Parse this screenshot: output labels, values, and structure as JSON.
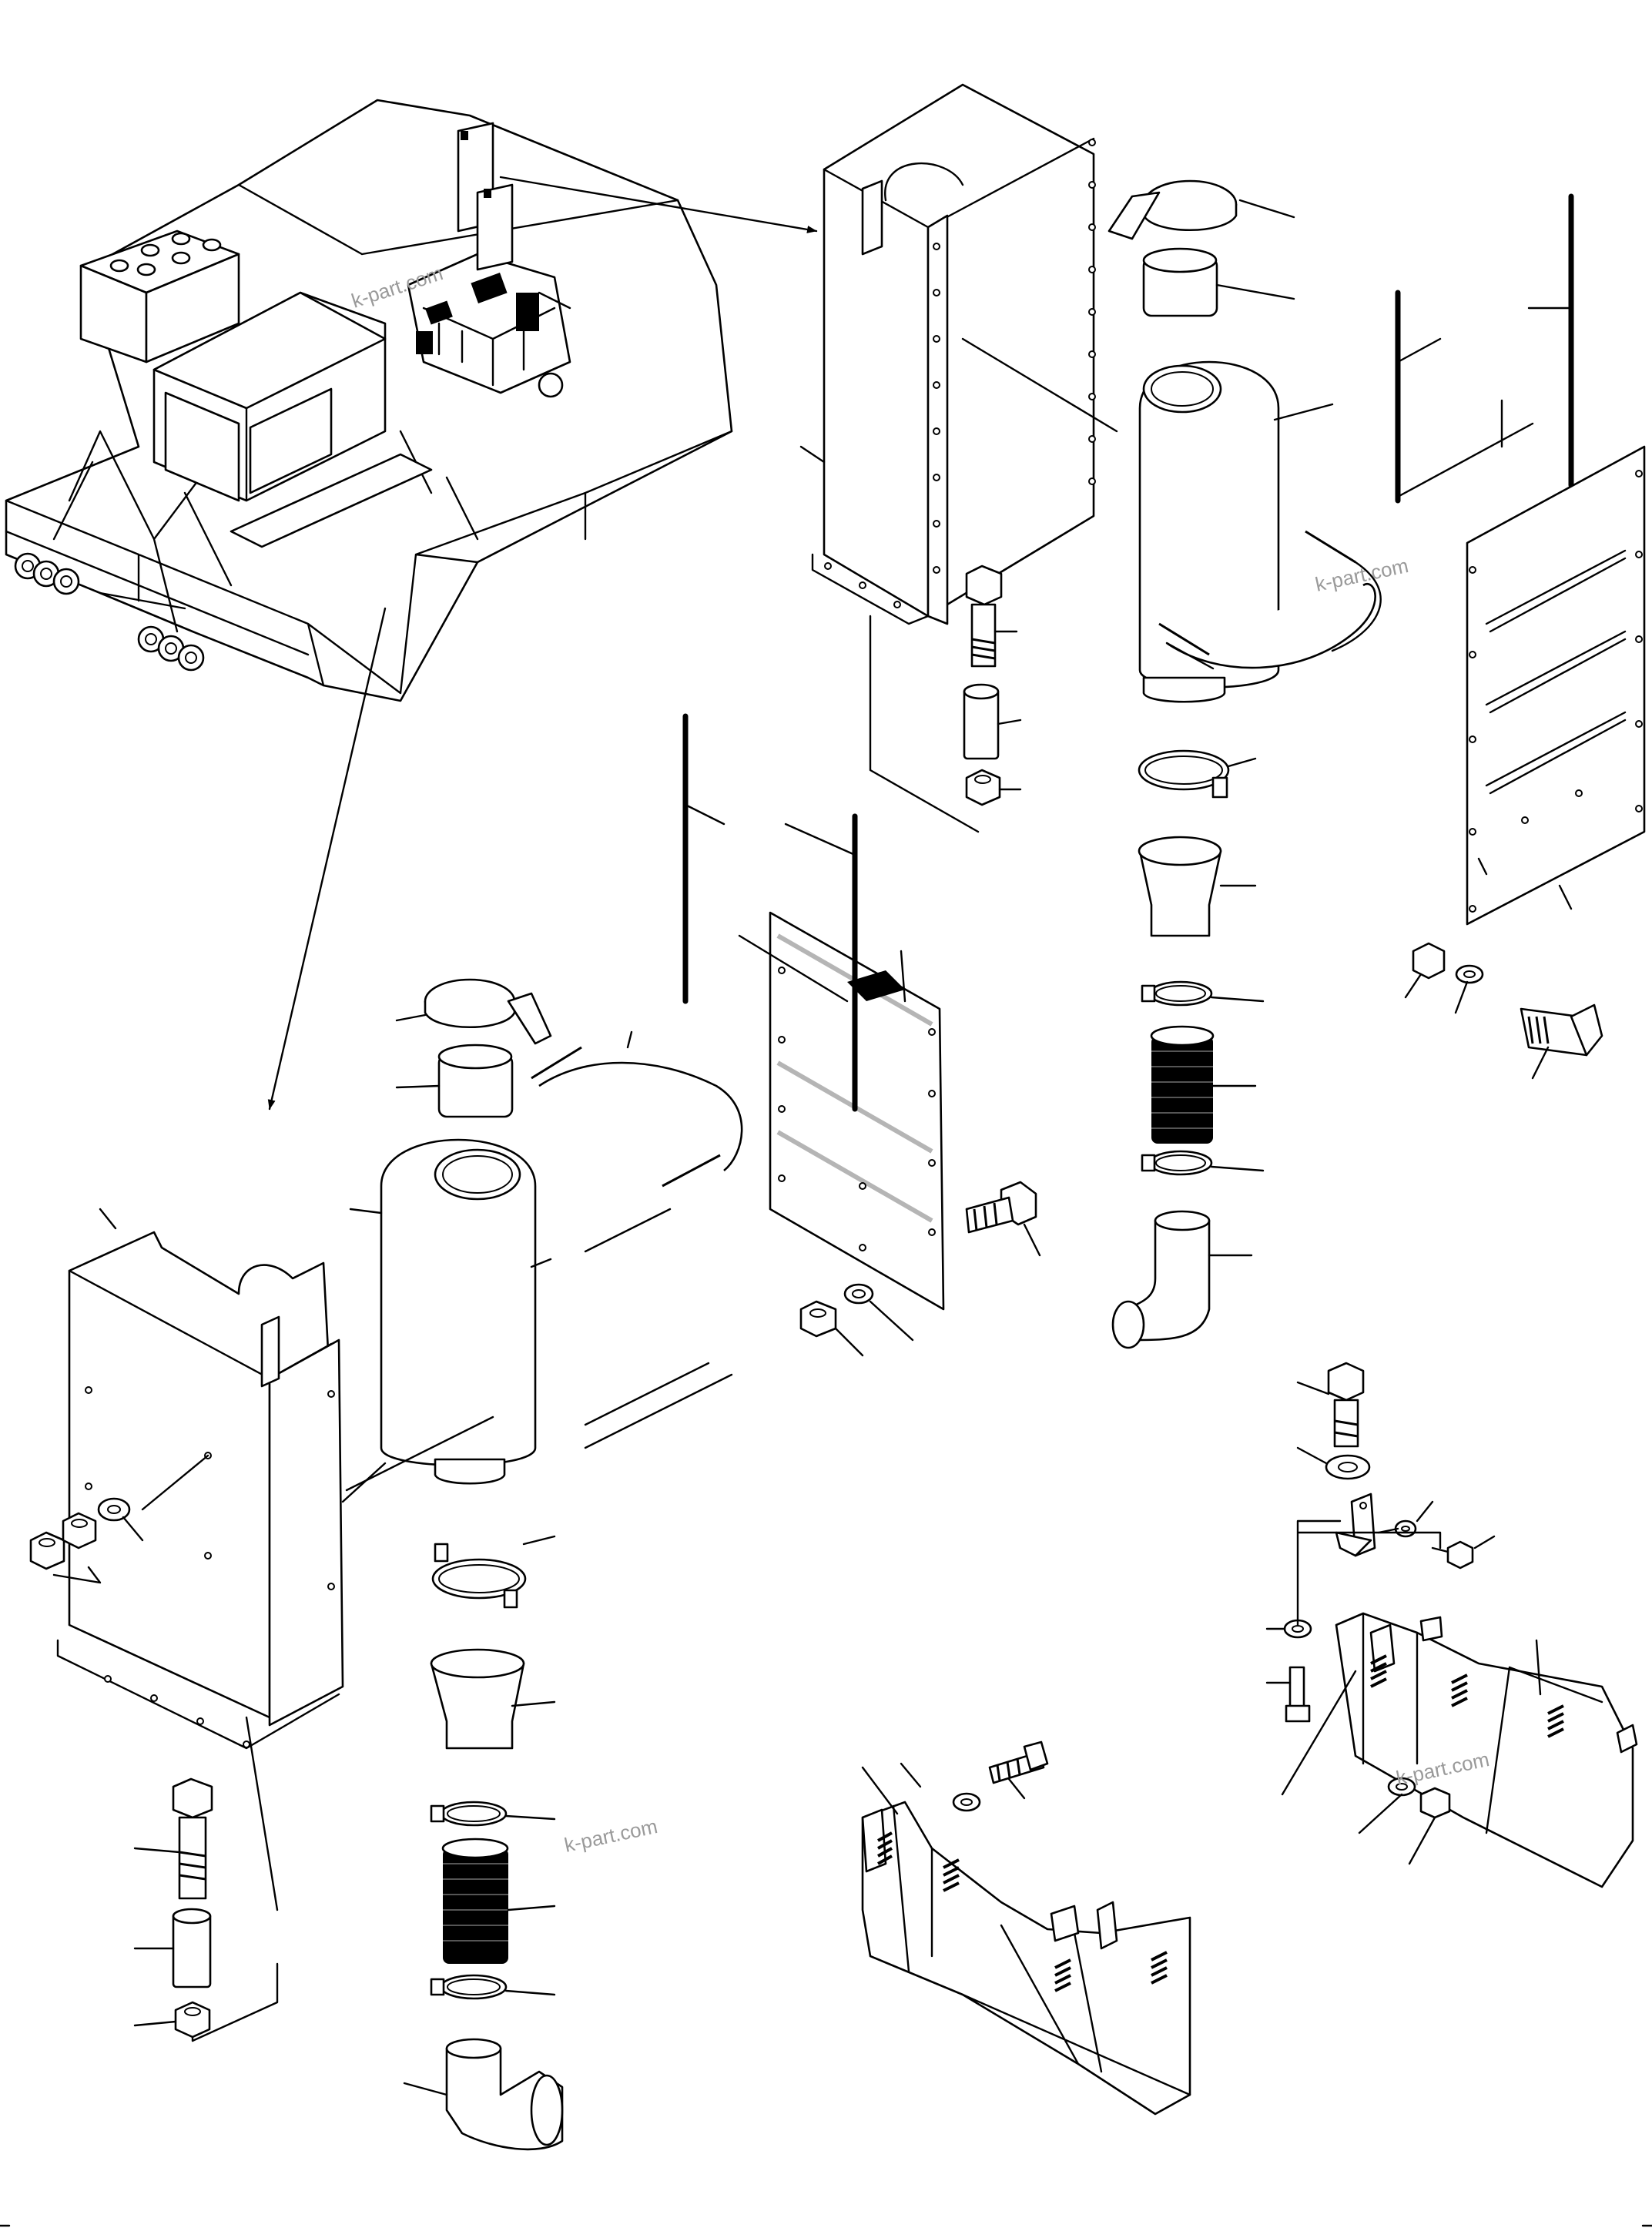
{
  "watermarks": [
    {
      "id": "top-left",
      "text": "k-part.com"
    },
    {
      "id": "top-right",
      "text": "k-part.com"
    },
    {
      "id": "bottom-center",
      "text": "k-part.com"
    },
    {
      "id": "bottom-right",
      "text": "k-part.com"
    }
  ]
}
